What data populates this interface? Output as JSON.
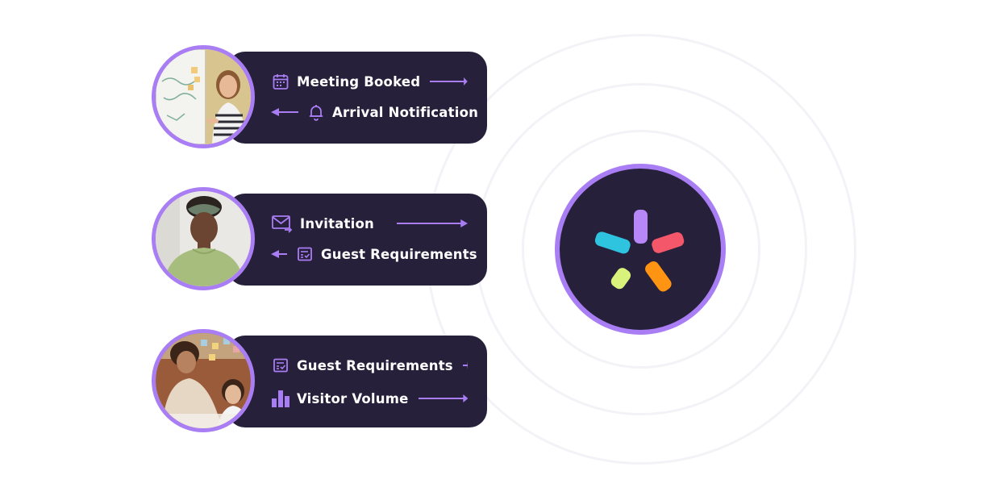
{
  "cards": [
    {
      "rows": [
        {
          "label": "Meeting Booked",
          "icon": "calendar-icon",
          "direction": "out"
        },
        {
          "label": "Arrival Notification",
          "icon": "bell-icon",
          "direction": "in"
        }
      ]
    },
    {
      "rows": [
        {
          "label": "Invitation",
          "icon": "envelope-icon",
          "direction": "out"
        },
        {
          "label": "Guest Requirements",
          "icon": "checklist-icon",
          "direction": "in"
        }
      ]
    },
    {
      "rows": [
        {
          "label": "Guest Requirements",
          "icon": "checklist-icon",
          "direction": "out"
        },
        {
          "label": "Visitor Volume",
          "icon": "bar-chart-icon",
          "direction": "out"
        }
      ]
    }
  ],
  "hub": {
    "icon": "asterisk-logo-icon"
  },
  "colors": {
    "card_bg": "#27203b",
    "accent": "#a97ef4",
    "logo_purple": "#b787f7",
    "logo_teal": "#2ec4df",
    "logo_red": "#f4576a",
    "logo_lime": "#d9f27c",
    "logo_orange": "#ff9412"
  }
}
